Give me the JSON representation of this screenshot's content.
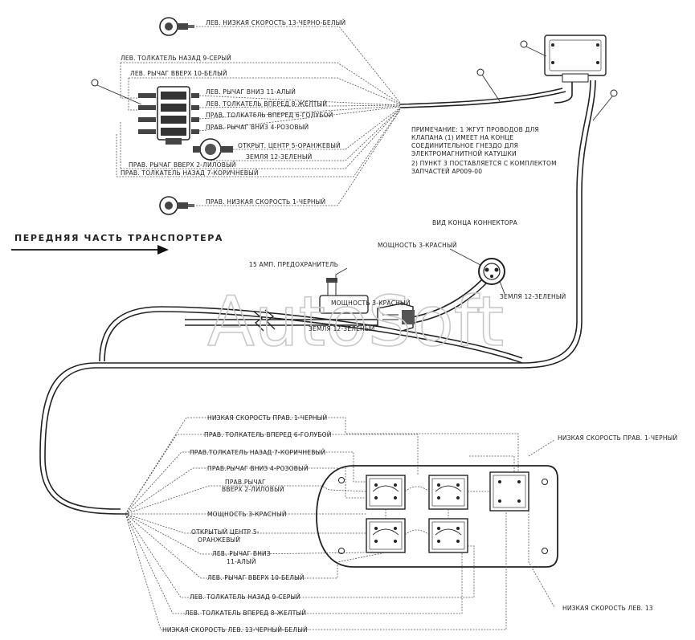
{
  "watermark": "AutoSoft",
  "direction_label": "ПЕРЕДНЯЯ ЧАСТЬ ТРАНСПОРТЕРА",
  "note": {
    "lines": [
      "ПРИМЕЧАНИЕ: 1 ЖГУТ ПРОВОДОВ ДЛЯ",
      "КЛАПАНА (1) ИМЕЕТ НА КОНЦЕ",
      "СОЕДИНИТЕЛЬНОЕ ГНЕЗДО ДЛЯ",
      "ЭЛЕКТРОМАГНИТНОЙ КАТУШКИ",
      "2) ПУНКТ 3 ПОСТАВЛЯЕТСЯ С КОМПЛЕКТОМ",
      "ЗАПЧАСТЕЙ AP009-00"
    ]
  },
  "valve_labels": {
    "top_low_speed": "ЛЕВ. НИЗКАЯ СКОРОСТЬ 13-ЧЕРНО-БЕЛЫЙ",
    "lev_back": "ЛЕВ. ТОЛКАТЕЛЬ НАЗАД 9-СЕРЫЙ",
    "lev_lever_up": "ЛЕВ. РЫЧАГ ВВЕРХ 10-БЕЛЫЙ",
    "lev_lever_down": "ЛЕВ. РЫЧАГ ВНИЗ 11-АЛЫЙ",
    "lev_forward": "ЛЕВ. ТОЛКАТЕЛЬ ВПЕРЕД 8-ЖЕЛТЫЙ",
    "prav_forward": "ПРАВ. ТОЛКАТЕЛЬ ВПЕРЕД 6-ГОЛУБОЙ",
    "prav_lever_down": "ПРАВ. РЫЧАГ ВНИЗ 4-РОЗОВЫЙ",
    "open_center": "ОТКРЫТ. ЦЕНТР 5-ОРАНЖЕВЫЙ",
    "ground": "ЗЕМЛЯ 12-ЗЕЛЕНЫЙ",
    "prav_lever_up": "ПРАВ. РЫЧАГ ВВЕРХ 2-ЛИЛОВЫЙ",
    "prav_back": "ПРАВ. ТОЛКАТЕЛЬ НАЗАД 7-КОРИЧНЕВЫЙ",
    "bottom_low_speed": "ПРАВ. НИЗКАЯ СКОРОСТЬ 1-ЧЕРНЫЙ"
  },
  "connector": {
    "title": "ВИД КОНЦА КОННЕКТОРА",
    "power": "МОЩНОСТЬ 3-КРАСНЫЙ",
    "ground": "ЗЕМЛЯ 12-ЗЕЛЕНЫЙ"
  },
  "fuse": {
    "label": "15 АМП. ПРЕДОХРАНИТЕЛЬ",
    "power": "МОЩНОСТЬ 3-КРАСНЫЙ",
    "ground": "ЗЕМЛЯ 12-ЗЕЛЕНЫЙ"
  },
  "panel_labels": {
    "l1": "НИЗКАЯ СКОРОСТЬ ПРАВ. 1-ЧЕРНЫЙ",
    "l2": "ПРАВ. ТОЛКАТЕЛЬ ВПЕРЕД 6-ГОЛУБОЙ",
    "l3": "ПРАВ.ТОЛКАТЕЛЬ НАЗАД 7-КОРИЧНЕВЫЙ",
    "l4": "ПРАВ.РЫЧАГ ВНИЗ 4-РОЗОВЫЙ",
    "l5a": "ПРАВ.РЫЧАГ",
    "l5b": "ВВЕРХ 2-ЛИЛОВЫЙ",
    "l6": "МОЩНОСТЬ 3-КРАСНЫЙ",
    "l7a": "ОТКРЫТЫЙ ЦЕНТР 5-",
    "l7b": "ОРАНЖЕВЫЙ",
    "l8a": "ЛЕВ. РЫЧАГ ВНИЗ",
    "l8b": "11-АЛЫЙ",
    "l9": "ЛЕВ. РЫЧАГ ВВЕРХ 10-БЕЛЫЙ",
    "l10": "ЛЕВ. ТОЛКАТЕЛЬ НАЗАД 9-СЕРЫЙ",
    "l11": "ЛЕВ. ТОЛКАТЕЛЬ ВПЕРЕД 8-ЖЕЛТЫЙ",
    "l12": "НИЗКАЯ СКОРОСТЬ ЛЕВ. 13-ЧЕРНЫЙ-БЕЛЫЙ",
    "right_top": "НИЗКАЯ СКОРОСТЬ ПРАВ. 1-ЧЕРНЫЙ",
    "right_bottom": "НИЗКАЯ СКОРОСТЬ ЛЕВ. 13"
  }
}
